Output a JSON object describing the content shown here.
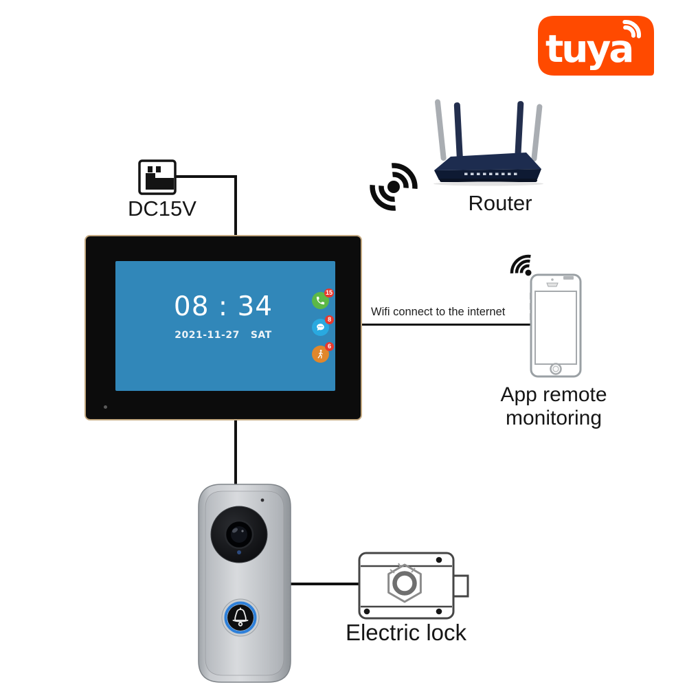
{
  "brand": {
    "name": "tuya",
    "bg_color": "#ff4a00"
  },
  "power": {
    "label": "DC15V"
  },
  "router": {
    "label": "Router"
  },
  "connection": {
    "wifi_label": "Wifi connect to the internet"
  },
  "app": {
    "caption_line1": "App remote",
    "caption_line2": "monitoring"
  },
  "lock": {
    "label": "Electric lock"
  },
  "monitor": {
    "time": "08 : 34",
    "date": "2021-11-27",
    "day": "SAT",
    "screen_color": "#3187b9",
    "badge_color": "#e8382d",
    "icons": [
      {
        "name": "call-icon",
        "color": "#5cb847",
        "badge": "15"
      },
      {
        "name": "message-icon",
        "color": "#29a9e0",
        "badge": "8"
      },
      {
        "name": "motion-icon",
        "color": "#e1872b",
        "badge": "6"
      }
    ]
  },
  "doorbell": {
    "button_ring_color": "#2e80da"
  },
  "colors": {
    "wire": "#111111",
    "monitor_trim": "#c3a880"
  }
}
